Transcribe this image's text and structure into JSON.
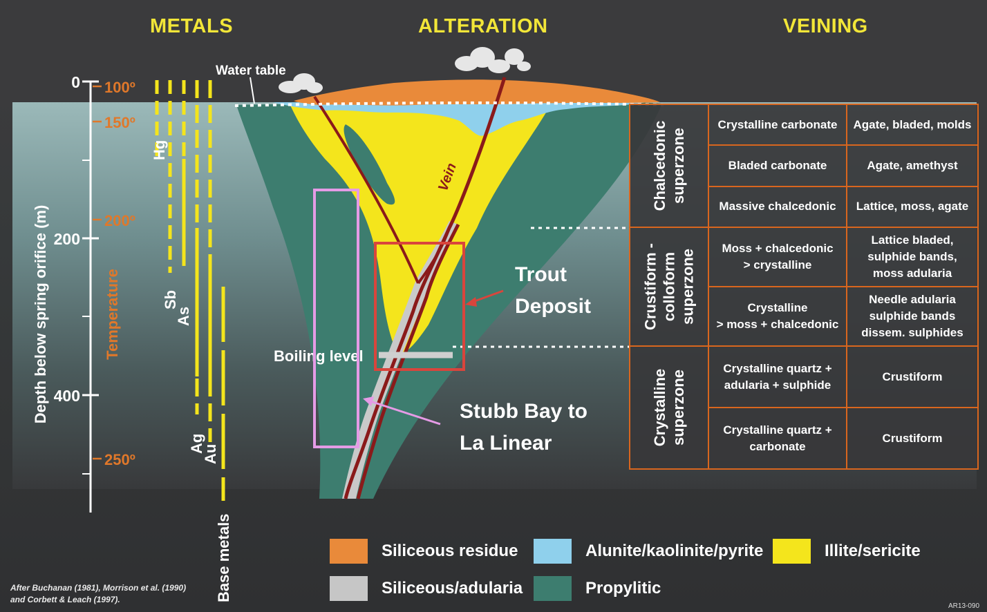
{
  "headers": {
    "metals": "METALS",
    "alteration": "ALTERATION",
    "veining": "VEINING"
  },
  "depth_axis": {
    "label": "Depth below spring orifice (m)",
    "ticks": [
      "0",
      "200",
      "400"
    ]
  },
  "temperature_axis": {
    "label": "Temperature",
    "ticks": [
      "100º",
      "150º",
      "200º",
      "250º"
    ]
  },
  "metals": [
    "Hg",
    "Sb",
    "As",
    "Ag",
    "Au",
    "Base metals"
  ],
  "alteration_labels": {
    "water_table": "Water table",
    "vein": "Vein",
    "boiling_level": "Boiling level"
  },
  "annotations": {
    "trout_line1": "Trout",
    "trout_line2": "Deposit",
    "stubb_line1": "Stubb Bay to",
    "stubb_line2": "La Linear"
  },
  "veining_table": {
    "zones": [
      {
        "name_line1": "Chalcedonic",
        "name_line2": "superzone",
        "name_line3": "",
        "rows": [
          {
            "mineral": "Crystalline carbonate",
            "texture": "Agate, bladed, molds"
          },
          {
            "mineral": "Bladed carbonate",
            "texture": "Agate, amethyst"
          },
          {
            "mineral": "Massive chalcedonic",
            "texture": "Lattice, moss, agate"
          }
        ]
      },
      {
        "name_line1": "Crustiform -",
        "name_line2": "colloform",
        "name_line3": "superzone",
        "rows": [
          {
            "mineral_line1": "Moss + chalcedonic",
            "mineral_line2": "> crystalline",
            "texture_line1": "Lattice bladed,",
            "texture_line2": "sulphide bands,",
            "texture_line3": "moss adularia"
          },
          {
            "mineral_line1": "Crystalline",
            "mineral_line2": "> moss + chalcedonic",
            "texture_line1": "Needle adularia",
            "texture_line2": "sulphide bands",
            "texture_line3": "dissem. sulphides"
          }
        ]
      },
      {
        "name_line1": "Crystalline",
        "name_line2": "superzone",
        "name_line3": "",
        "rows": [
          {
            "mineral_line1": "Crystalline quartz +",
            "mineral_line2": "adularia + sulphide",
            "texture": "Crustiform"
          },
          {
            "mineral_line1": "Crystalline quartz +",
            "mineral_line2": "carbonate",
            "texture": "Crustiform"
          }
        ]
      }
    ]
  },
  "legend": [
    {
      "label": "Siliceous residue",
      "color": "#e98a3a"
    },
    {
      "label": "Alunite/kaolinite/pyrite",
      "color": "#8fd0ec"
    },
    {
      "label": "Illite/sericite",
      "color": "#f4e51c"
    },
    {
      "label": "Siliceous/adularia",
      "color": "#c6c6c6"
    },
    {
      "label": "Propylitic",
      "color": "#3d7d6f"
    }
  ],
  "credit_line1": "After Buchanan (1981), Morrison et al. (1990)",
  "credit_line2": "and Corbett & Leach (1997).",
  "figure_code": "AR13-090",
  "colors": {
    "header": "#f2e638",
    "temperature": "#e0782a",
    "table_border": "#d9661e",
    "trout_box": "#d9453c",
    "stubb_box": "#e59be6",
    "vein": "#8a1a1a"
  }
}
